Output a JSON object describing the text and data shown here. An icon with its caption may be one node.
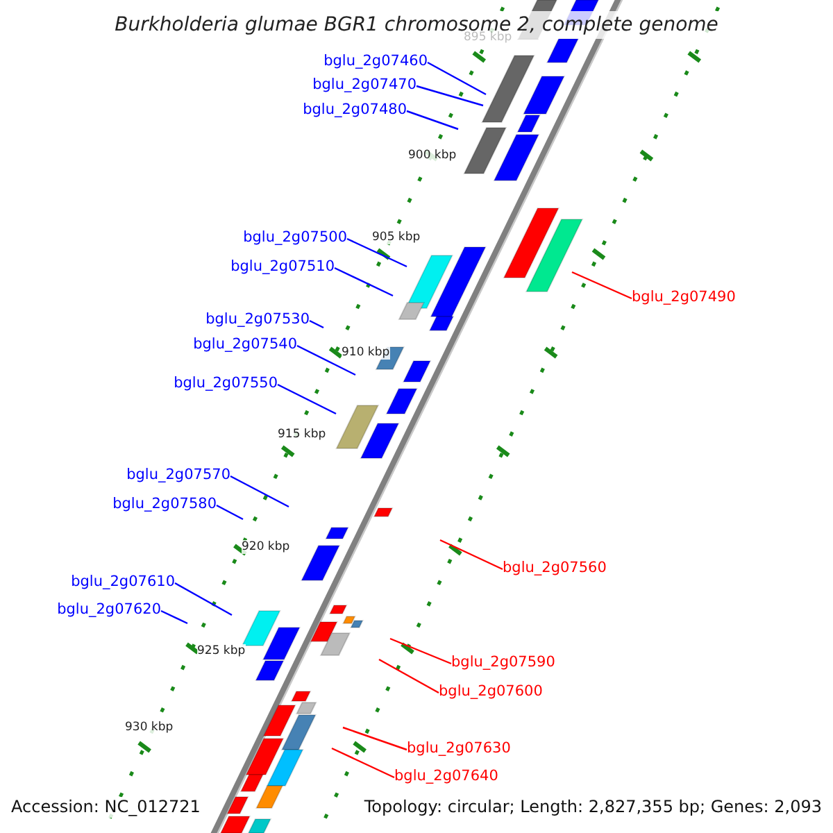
{
  "diagram": {
    "title": "Burkholderia glumae BGR1 chromosome 2, complete genome",
    "nodes": [
      {
        "text": [
          "bglu_2g07460"
        ]
      },
      {
        "text": [
          "bglu_2g07470"
        ]
      },
      {
        "text": [
          "bglu_2g07480"
        ]
      },
      {
        "text": [
          "bglu_2g07500"
        ]
      },
      {
        "text": [
          "bglu_2g07510"
        ]
      },
      {
        "text": [
          "bglu_2g07490"
        ]
      },
      {
        "text": [
          "bglu_2g07530"
        ]
      },
      {
        "text": [
          "bglu_2g07540"
        ]
      },
      {
        "text": [
          "bglu_2g07550"
        ]
      },
      {
        "text": [
          "bglu_2g07570"
        ]
      },
      {
        "text": [
          "bglu_2g07580"
        ]
      },
      {
        "text": [
          "bglu_2g07560"
        ]
      },
      {
        "text": [
          "bglu_2g07610"
        ]
      },
      {
        "text": [
          "bglu_2g07620"
        ]
      },
      {
        "text": [
          "bglu_2g07590"
        ]
      },
      {
        "text": [
          "bglu_2g07600"
        ]
      },
      {
        "text": [
          "bglu_2g07630"
        ]
      },
      {
        "text": [
          "bglu_2g07640"
        ]
      }
    ],
    "edges": [
      {
        "from": 0,
        "to": null,
        "arrow": "none"
      },
      {
        "from": 1,
        "to": null,
        "arrow": "none"
      },
      {
        "from": 2,
        "to": null,
        "arrow": "none"
      },
      {
        "from": 3,
        "to": null,
        "arrow": "none"
      },
      {
        "from": 4,
        "to": null,
        "arrow": "none"
      },
      {
        "from": 5,
        "to": null,
        "arrow": "none",
        "color": "#ff0000"
      },
      {
        "from": 6,
        "to": null,
        "arrow": "none"
      },
      {
        "from": 7,
        "to": null,
        "arrow": "none"
      },
      {
        "from": 8,
        "to": null,
        "arrow": "none"
      },
      {
        "from": 9,
        "to": null,
        "arrow": "none"
      },
      {
        "from": 10,
        "to": null,
        "arrow": "none"
      },
      {
        "from": 11,
        "to": null,
        "arrow": "none",
        "color": "#ff0000"
      },
      {
        "from": 12,
        "to": null,
        "arrow": "none"
      },
      {
        "from": 13,
        "to": null,
        "arrow": "none"
      },
      {
        "from": 14,
        "to": null,
        "arrow": "none",
        "color": "#ff0000"
      },
      {
        "from": 15,
        "to": null,
        "arrow": "none",
        "color": "#ff0000"
      },
      {
        "from": 16,
        "to": null,
        "arrow": "none",
        "color": "#ff0000"
      },
      {
        "from": 17,
        "to": null,
        "arrow": "none",
        "color": "#ff0000"
      }
    ],
    "labels": [
      "895 kbp",
      "900 kbp",
      "905 kbp",
      "910 kbp",
      "915 kbp",
      "920 kbp",
      "925 kbp",
      "930 kbp",
      "Accession: NC_012721",
      "Topology: circular; Length: 2,827,355 bp; Genes: 2,093"
    ]
  }
}
